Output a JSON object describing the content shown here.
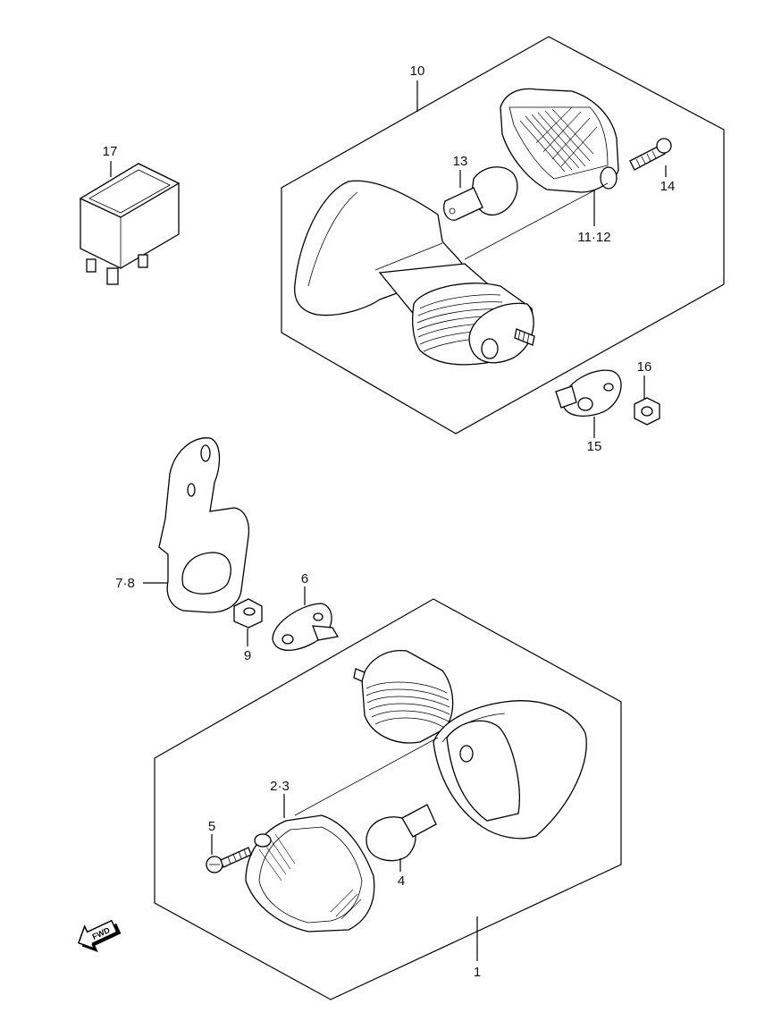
{
  "diagram": {
    "labels": {
      "p1": "1",
      "p2_3": "2·3",
      "p4": "4",
      "p5": "5",
      "p6": "6",
      "p7_8": "7·8",
      "p9": "9",
      "p10": "10",
      "p11_12": "11·12",
      "p13": "13",
      "p14": "14",
      "p15": "15",
      "p16": "16",
      "p17": "17"
    },
    "fwd_badge": "FWD"
  }
}
